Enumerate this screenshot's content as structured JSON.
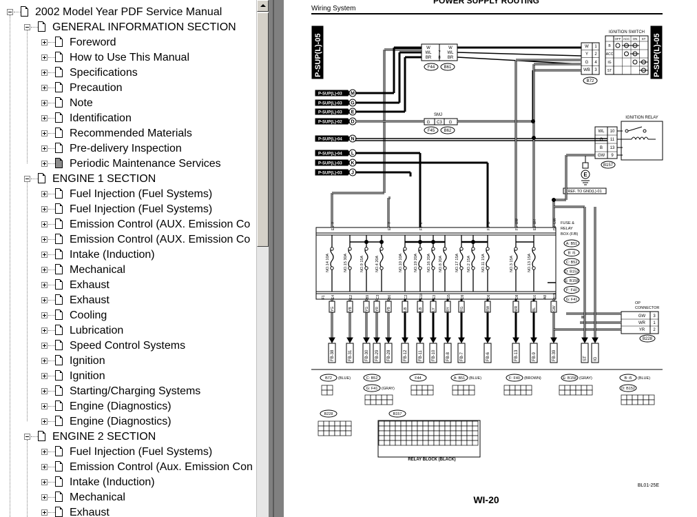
{
  "tree": {
    "items": [
      {
        "label": "2002 Model Year PDF Service Manual",
        "level": 0,
        "expander": "minus",
        "icon": "document-icon"
      },
      {
        "label": "GENERAL INFORMATION SECTION",
        "level": 1,
        "expander": "minus",
        "icon": "document-icon"
      },
      {
        "label": "Foreword",
        "level": 2,
        "expander": "plus",
        "icon": "document-icon"
      },
      {
        "label": "How to Use This Manual",
        "level": 2,
        "expander": "plus",
        "icon": "document-icon"
      },
      {
        "label": "Specifications",
        "level": 2,
        "expander": "plus",
        "icon": "document-icon"
      },
      {
        "label": "Precaution",
        "level": 2,
        "expander": "plus",
        "icon": "document-icon"
      },
      {
        "label": "Note",
        "level": 2,
        "expander": "plus",
        "icon": "document-icon"
      },
      {
        "label": "Identification",
        "level": 2,
        "expander": "plus",
        "icon": "document-icon"
      },
      {
        "label": "Recommended Materials",
        "level": 2,
        "expander": "plus",
        "icon": "document-icon"
      },
      {
        "label": "Pre-delivery Inspection",
        "level": 2,
        "expander": "plus",
        "icon": "document-icon"
      },
      {
        "label": "Periodic Maintenance Services",
        "level": 2,
        "expander": "plus",
        "icon": "document-gray-icon"
      },
      {
        "label": "ENGINE 1 SECTION",
        "level": 1,
        "expander": "minus",
        "icon": "document-icon"
      },
      {
        "label": "Fuel Injection (Fuel Systems)",
        "level": 2,
        "expander": "plus",
        "icon": "document-icon"
      },
      {
        "label": "Fuel Injection (Fuel Systems)",
        "level": 2,
        "expander": "plus",
        "icon": "document-icon"
      },
      {
        "label": "Emission Control (AUX. Emission Co",
        "level": 2,
        "expander": "plus",
        "icon": "document-icon"
      },
      {
        "label": "Emission Control (AUX. Emission Co",
        "level": 2,
        "expander": "plus",
        "icon": "document-icon"
      },
      {
        "label": "Intake (Induction)",
        "level": 2,
        "expander": "plus",
        "icon": "document-icon"
      },
      {
        "label": "Mechanical",
        "level": 2,
        "expander": "plus",
        "icon": "document-icon"
      },
      {
        "label": "Exhaust",
        "level": 2,
        "expander": "plus",
        "icon": "document-icon"
      },
      {
        "label": "Exhaust",
        "level": 2,
        "expander": "plus",
        "icon": "document-icon"
      },
      {
        "label": "Cooling",
        "level": 2,
        "expander": "plus",
        "icon": "document-icon"
      },
      {
        "label": "Lubrication",
        "level": 2,
        "expander": "plus",
        "icon": "document-icon"
      },
      {
        "label": "Speed Control Systems",
        "level": 2,
        "expander": "plus",
        "icon": "document-icon"
      },
      {
        "label": "Ignition",
        "level": 2,
        "expander": "plus",
        "icon": "document-icon"
      },
      {
        "label": "Ignition",
        "level": 2,
        "expander": "plus",
        "icon": "document-icon"
      },
      {
        "label": "Starting/Charging Systems",
        "level": 2,
        "expander": "plus",
        "icon": "document-icon"
      },
      {
        "label": "Engine (Diagnostics)",
        "level": 2,
        "expander": "plus",
        "icon": "document-icon"
      },
      {
        "label": "Engine (Diagnostics)",
        "level": 2,
        "expander": "plus",
        "icon": "document-icon"
      },
      {
        "label": "ENGINE 2 SECTION",
        "level": 1,
        "expander": "minus",
        "icon": "document-icon"
      },
      {
        "label": "Fuel Injection (Fuel Systems)",
        "level": 2,
        "expander": "plus",
        "icon": "document-icon"
      },
      {
        "label": "Emission Control (Aux. Emission Con",
        "level": 2,
        "expander": "plus",
        "icon": "document-icon"
      },
      {
        "label": "Intake (Induction)",
        "level": 2,
        "expander": "plus",
        "icon": "document-icon"
      },
      {
        "label": "Mechanical",
        "level": 2,
        "expander": "plus",
        "icon": "document-icon"
      },
      {
        "label": "Exhaust",
        "level": 2,
        "expander": "plus",
        "icon": "document-icon"
      }
    ]
  },
  "document": {
    "header_left": "Wiring System",
    "header_title": "POWER SUPPLY ROUTING",
    "side_label_left": "P-SUP(L)-05",
    "side_label_right": "P-SUP(L)-05",
    "page_number": "WI-20",
    "figure_code": "BL01-25E",
    "ignition_switch_label": "IGNITION SWITCH",
    "ignition_switch_cols": [
      "OFF",
      "ACC",
      "ON",
      "ST"
    ],
    "ignition_switch_rows": [
      "B",
      "ACC",
      "IG",
      "ST"
    ],
    "ignition_relay_label": "IGNITION RELAY",
    "smj_label": "SMJ",
    "fuse_box_label": [
      "FUSE &",
      "RELAY",
      "BOX (F/B)"
    ],
    "fuse_box_connectors": [
      "A: B51",
      "B: i5",
      "C: B52",
      "D: B152",
      "E: B158",
      "F: F40",
      "G: F41"
    ],
    "op_connector_label": [
      "OP",
      "CONNECTOR"
    ],
    "ref_ground": "REF. TO GND(L)-01",
    "ground_symbol": "E",
    "relay_block_label": "RELAY BLOCK (BLACK)",
    "left_refs": [
      {
        "text": "P-SUP(L)-03",
        "letter": "M"
      },
      {
        "text": "P-SUP(L)-03",
        "letter": "G"
      },
      {
        "text": "P-SUP(L)-03",
        "letter": "E"
      },
      {
        "text": "P-SUP(L)-02",
        "letter": "D"
      },
      {
        "text": "P-SUP(L)-04",
        "letter": "N"
      },
      {
        "text": "P-SUP(L)-04",
        "letter": "L"
      },
      {
        "text": "P-SUP(L)-03",
        "letter": "K"
      },
      {
        "text": "P-SUP(L)-03",
        "letter": "J"
      }
    ],
    "top_connector_wires": [
      [
        "W",
        "W"
      ],
      [
        "WL",
        "7",
        "WL"
      ],
      [
        "BR",
        "8",
        "BR"
      ]
    ],
    "top_connectors": [
      "F44",
      "B61"
    ],
    "smj_wire": [
      "G",
      "C3",
      "G"
    ],
    "smj_connectors": [
      "F45",
      "B62"
    ],
    "ign_switch_wires": [
      [
        "W",
        "1"
      ],
      [
        "Y",
        "2"
      ],
      [
        "G",
        "4"
      ],
      [
        "WB",
        "3"
      ]
    ],
    "ign_switch_connector": "B72",
    "relay_wires": [
      [
        "WL",
        "10"
      ],
      [
        "G",
        "11"
      ],
      [
        "B",
        "13"
      ],
      [
        "GW",
        "9"
      ]
    ],
    "relay_connector": "B157",
    "op_wires": [
      [
        "GW",
        "3"
      ],
      [
        "WR",
        "1"
      ],
      [
        "YR",
        "2"
      ]
    ],
    "op_connector": "B228",
    "fuse_top_pins": [
      "E5",
      "E7",
      "F2",
      "F3",
      "F5",
      "E1",
      "D3"
    ],
    "fuse_top_colors": [
      "Y",
      "Y",
      "L",
      "B",
      "BW",
      "BR",
      "GW"
    ],
    "fuses": [
      "NO.14 10A",
      "NO.15 30A",
      "NO.9 15A",
      "NO.4 20A",
      "NO.10 10A",
      "NO.19 20A",
      "NO.16 20A",
      "NO.8 20A",
      "NO.17 15A",
      "NO.2 15A",
      "NO.11 15A",
      "NO.3 15A",
      "NO.13 15A"
    ],
    "fuse_bottom_pins": [
      "F1",
      "E4",
      "E2",
      "B9",
      "C3",
      "B6",
      "C2",
      "E10",
      "E3",
      "G5",
      "D9",
      "D6",
      "D8",
      "E6",
      "A8",
      "B11"
    ],
    "bottom_colors": [
      "YG",
      "YB",
      "YG",
      "YR",
      "YB",
      "LB",
      "LB",
      "LY",
      "RY",
      "RG",
      "RW",
      "WR",
      "BL",
      "GW"
    ],
    "fb_refs": [
      "FB-38",
      "FB-31",
      "FB-30",
      "FB-29",
      "FB-28",
      "FB-12",
      "FB-11",
      "FB-10",
      "FB-8",
      "FB-7",
      "FB-6",
      "FB-13",
      "FB-9",
      "FB-39",
      "ST",
      "IG"
    ],
    "legend_connectors": [
      {
        "id": "B72",
        "desc": "(BLUE)"
      },
      {
        "id": "C: B52",
        "desc": ""
      },
      {
        "id": "G: F41",
        "desc": "(GRAY)"
      },
      {
        "id": "F44",
        "desc": ""
      },
      {
        "id": "A: B51",
        "desc": "(BLUE)"
      },
      {
        "id": "F: F40",
        "desc": "(BROWN)"
      },
      {
        "id": "E: B158",
        "desc": "(GRAY)"
      },
      {
        "id": "B: i5",
        "desc": "(BLUE)"
      },
      {
        "id": "D: B152",
        "desc": ""
      },
      {
        "id": "B228",
        "desc": ""
      },
      {
        "id": "B157",
        "desc": ""
      }
    ]
  }
}
